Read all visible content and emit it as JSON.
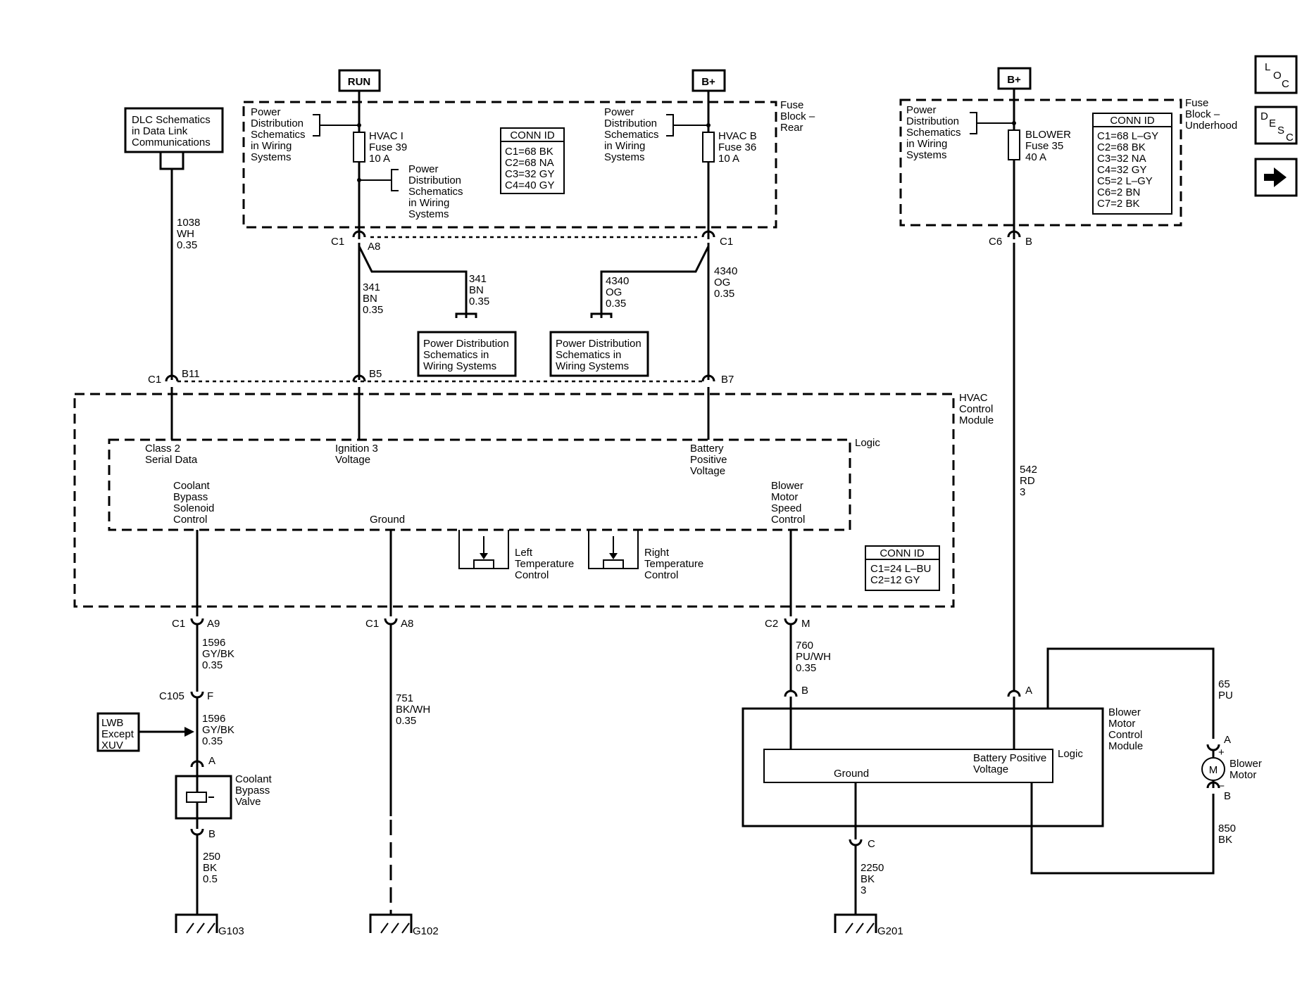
{
  "power_sources": {
    "run": "RUN",
    "b_plus_rear": "B+",
    "b_plus_underhood": "B+"
  },
  "fuse_block_rear": {
    "label": [
      "Fuse",
      "Block –",
      "Rear"
    ],
    "pd_left": [
      "Power",
      "Distribution",
      "Schematics",
      "in Wiring",
      "Systems"
    ],
    "pd_right": [
      "Power",
      "Distribution",
      "Schematics",
      "in Wiring",
      "Systems"
    ],
    "pd_mid": [
      "Power",
      "Distribution",
      "Schematics",
      "in Wiring",
      "Systems"
    ],
    "fuse_hvac_i": [
      "HVAC I",
      "Fuse 39",
      "10 A"
    ],
    "fuse_hvac_b": [
      "HVAC B",
      "Fuse 36",
      "10 A"
    ],
    "conn_id_title": "CONN ID",
    "conn_id": [
      "C1=68 BK",
      "C2=68 NA",
      "C3=32 GY",
      "C4=40 GY"
    ]
  },
  "fuse_block_underhood": {
    "label": [
      "Fuse",
      "Block –",
      "Underhood"
    ],
    "pd": [
      "Power",
      "Distribution",
      "Schematics",
      "in Wiring",
      "Systems"
    ],
    "fuse_blower": [
      "BLOWER",
      "Fuse 35",
      "40 A"
    ],
    "conn_id_title": "CONN ID",
    "conn_id": [
      "C1=68 L–GY",
      "C2=68 BK",
      "C3=32 NA",
      "C4=32 GY",
      "C5=2 L–GY",
      "C6=2 BN",
      "C7=2 BK"
    ]
  },
  "dlc_box": [
    "DLC Schematics",
    "in Data Link",
    "Communications"
  ],
  "pd_box_1": [
    "Power Distribution",
    "Schematics in",
    "Wiring Systems"
  ],
  "pd_box_2": [
    "Power Distribution",
    "Schematics in",
    "Wiring Systems"
  ],
  "wires": {
    "w1038": [
      "1038",
      "WH",
      "0.35"
    ],
    "w341a": [
      "341",
      "BN",
      "0.35"
    ],
    "w341b": [
      "341",
      "BN",
      "0.35"
    ],
    "w4340a": [
      "4340",
      "OG",
      "0.35"
    ],
    "w4340b": [
      "4340",
      "OG",
      "0.35"
    ],
    "w542": [
      "542",
      "RD",
      "3"
    ],
    "w1596a": [
      "1596",
      "GY/BK",
      "0.35"
    ],
    "w1596b": [
      "1596",
      "GY/BK",
      "0.35"
    ],
    "w751": [
      "751",
      "BK/WH",
      "0.35"
    ],
    "w760": [
      "760",
      "PU/WH",
      "0.35"
    ],
    "w65": [
      "65",
      "PU"
    ],
    "w850": [
      "850",
      "BK"
    ],
    "w250": [
      "250",
      "BK",
      "0.5"
    ],
    "w2250": [
      "2250",
      "BK",
      "3"
    ]
  },
  "connectors": {
    "c1_fbr_left": "C1",
    "a8_top": "A8",
    "c1_fbr_right": "C1",
    "c6": "C6",
    "c6_pin": "B",
    "c1_b11": "C1",
    "b11": "B11",
    "b5": "B5",
    "b7": "B7",
    "c1_a9": "C1",
    "a9": "A9",
    "c1_a8": "C1",
    "a8_bottom": "A8",
    "c2_m": "C2",
    "m": "M",
    "c105": "C105",
    "c105_pin": "F",
    "bmcm_b": "B",
    "bmcm_a": "A",
    "bmcm_c": "C",
    "valve_a": "A",
    "valve_b": "B",
    "motor_a": "A",
    "motor_b": "B"
  },
  "hvac_module": {
    "label": [
      "HVAC",
      "Control",
      "Module"
    ],
    "logic": "Logic",
    "class2": [
      "Class 2",
      "Serial Data"
    ],
    "ign3": [
      "Ignition 3",
      "Voltage"
    ],
    "batt": [
      "Battery",
      "Positive",
      "Voltage"
    ],
    "coolant": [
      "Coolant",
      "Bypass",
      "Solenoid",
      "Control"
    ],
    "ground": "Ground",
    "blower": [
      "Blower",
      "Motor",
      "Speed",
      "Control"
    ],
    "left_temp": [
      "Left",
      "Temperature",
      "Control"
    ],
    "right_temp": [
      "Right",
      "Temperature",
      "Control"
    ],
    "conn_id_title": "CONN ID",
    "conn_id": [
      "C1=24 L–BU",
      "C2=12 GY"
    ]
  },
  "lwb_box": [
    "LWB",
    "Except",
    "XUV"
  ],
  "coolant_valve": [
    "Coolant",
    "Bypass",
    "Valve"
  ],
  "bmcm": {
    "label": [
      "Blower",
      "Motor",
      "Control",
      "Module"
    ],
    "logic": "Logic",
    "batt": [
      "Battery Positive",
      "Voltage"
    ],
    "ground": "Ground"
  },
  "blower_motor": {
    "label": [
      "Blower",
      "Motor"
    ],
    "symbol": "M",
    "plus": "+",
    "minus": "–"
  },
  "grounds": {
    "g103": "G103",
    "g102": "G102",
    "g201": "G201"
  },
  "nav": {
    "loc": [
      "L",
      "O",
      "C"
    ],
    "desc": [
      "D",
      "E",
      "S",
      "C"
    ],
    "next": "➡"
  }
}
